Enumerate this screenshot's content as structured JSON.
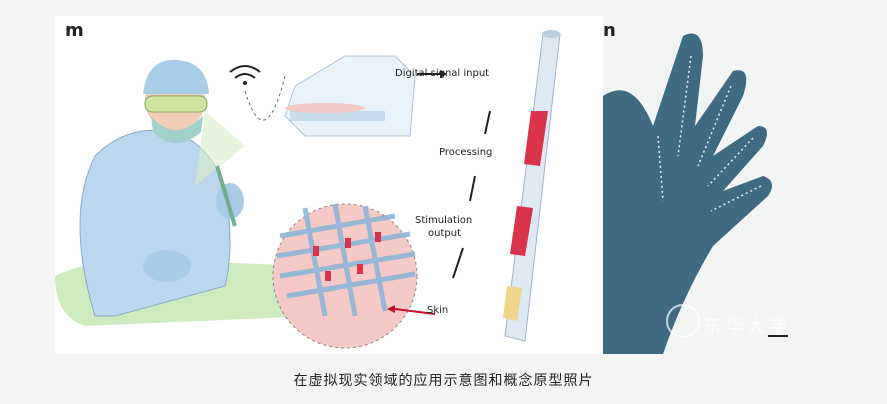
{
  "figure": {
    "panel_m": {
      "label": "m",
      "labels": {
        "digital_input": "Digital signal input",
        "processing": "Processing",
        "stimulation": "Stimulation",
        "output": "output",
        "skin": "Skin"
      }
    },
    "panel_n": {
      "label": "n",
      "watermark": "东华大学"
    }
  },
  "caption": "在虚拟现实领域的应用示意图和概念原型照片",
  "colors": {
    "gown": "#bcd6ee",
    "glove": "#3f6b80",
    "fiber_red": "#d8334a",
    "skin": "#f4c9c6"
  }
}
